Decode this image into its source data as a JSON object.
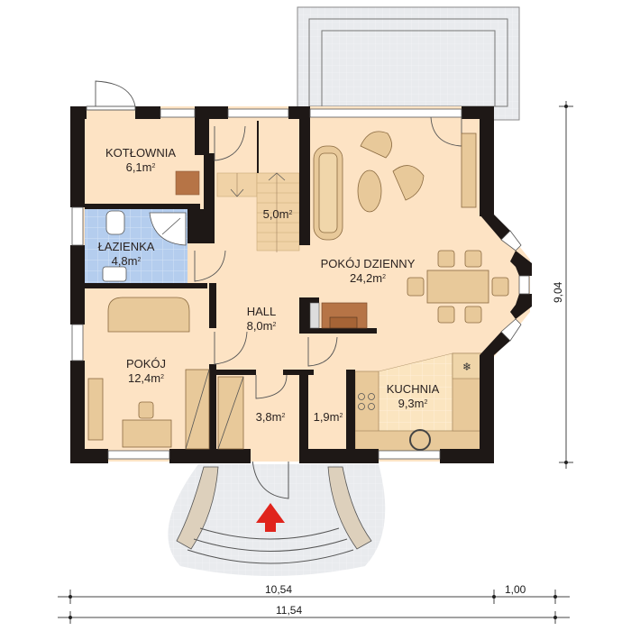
{
  "plan": {
    "colors": {
      "floor": "#fde3c4",
      "wall": "#1e1816",
      "bathroom_tiles": "#b4cdee",
      "furniture": "#e8c99a",
      "terrace": "#e9ebee",
      "boiler": "#b67446",
      "fireplace": "#b67446",
      "entry_arrow": "#e0241c",
      "stair": "#f0d2a6",
      "kitchen_tiles": "#fbe7c2"
    },
    "rooms": [
      {
        "id": "kotlownia",
        "name": "KOTŁOWNIA",
        "area": "6,1m",
        "unit_sup": "2"
      },
      {
        "id": "lazienka",
        "name": "ŁAZIENKA",
        "area": "4,8m",
        "unit_sup": "2"
      },
      {
        "id": "pokoj",
        "name": "POKÓJ",
        "area": "12,4m",
        "unit_sup": "2"
      },
      {
        "id": "hall",
        "name": "HALL",
        "area": "8,0m",
        "unit_sup": "2"
      },
      {
        "id": "stairs",
        "name": "",
        "area": "5,0m",
        "unit_sup": "2"
      },
      {
        "id": "pokoj-dzienny",
        "name": "POKÓJ DZIENNY",
        "area": "24,2m",
        "unit_sup": "2"
      },
      {
        "id": "closet-small",
        "name": "",
        "area": "3,8m",
        "unit_sup": "2"
      },
      {
        "id": "pantry",
        "name": "",
        "area": "1,9m",
        "unit_sup": "2"
      },
      {
        "id": "kuchnia",
        "name": "KUCHNIA",
        "area": "9,3m",
        "unit_sup": "2"
      }
    ],
    "dimensions": {
      "width_main": "10,54",
      "width_extra": "1,00",
      "width_total": "11,54",
      "depth": "9,04"
    }
  }
}
